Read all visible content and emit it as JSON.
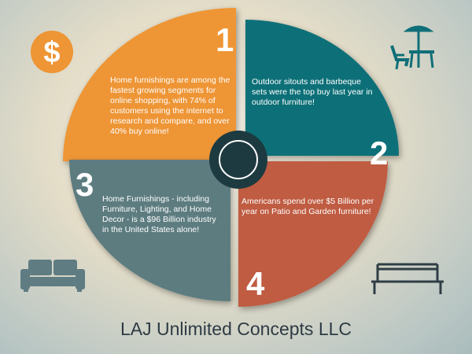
{
  "colors": {
    "orange": "#ee9535",
    "teal": "#0f6f78",
    "slate": "#5d7c80",
    "terracotta": "#bf5b42",
    "hub": "#1d3a40",
    "icon_slate": "#5f7c82",
    "icon_dark": "#2f3e45"
  },
  "icons": [
    "dollar-icon",
    "patio-set-icon",
    "sofa-icon",
    "bench-icon"
  ],
  "segments": [
    {
      "number": "1",
      "text": "Home furnishings are among the fastest growing segments for online shopping, with 74% of customers using the internet to research and compare, and over 40% buy online!"
    },
    {
      "number": "2",
      "text": "Outdoor sitouts and barbeque sets were the top buy last year in outdoor furniture!"
    },
    {
      "number": "3",
      "text": "Home Furnishings - including Furniture, Lighting, and Home Decor - is a $96 Billion industry in the United States alone!"
    },
    {
      "number": "4",
      "text": "Americans spend over $5 Billion per year on Patio and Garden furniture!"
    }
  ],
  "company": "LAJ Unlimited Concepts LLC"
}
